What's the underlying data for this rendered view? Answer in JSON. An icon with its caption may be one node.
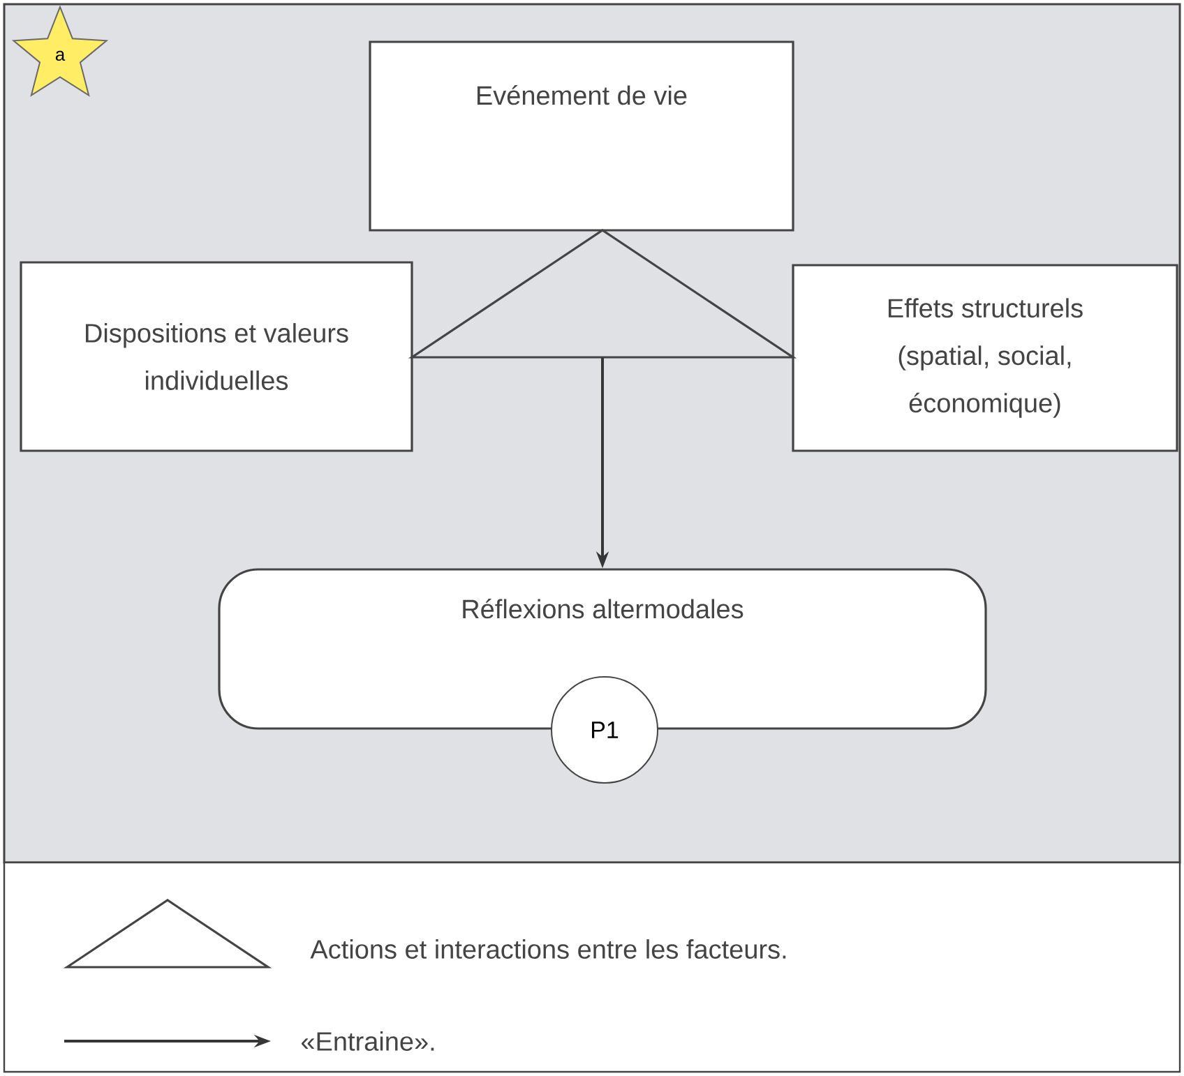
{
  "diagram": {
    "nodes": [
      {
        "text": [
          "a"
        ]
      },
      {
        "text": [
          "Evénement de vie"
        ]
      },
      {
        "text": [
          "Dispositions et valeurs individuelles"
        ]
      },
      {
        "text": [
          "Effets structurels (spatial, social, économique)"
        ]
      },
      {
        "text": [],
        "shape": "triangle"
      },
      {
        "text": [
          "Réflexions altermodales"
        ]
      },
      {
        "text": [
          "P1"
        ]
      }
    ],
    "edges": [
      {
        "from": 4,
        "to": 5,
        "arrow": "to"
      }
    ],
    "legend": [
      {
        "text": "Actions et interactions entre les facteurs."
      },
      {
        "text": "«Entraine»."
      }
    ]
  }
}
